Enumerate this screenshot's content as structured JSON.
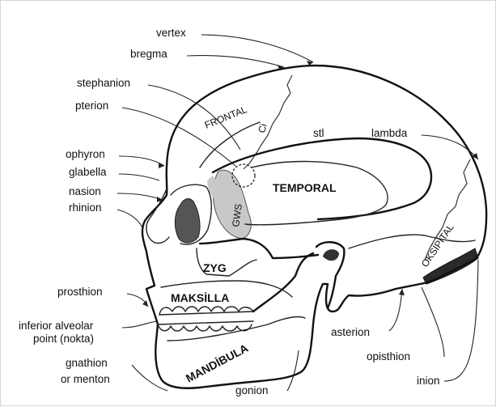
{
  "labels": {
    "vertex": "vertex",
    "bregma": "bregma",
    "stephanion": "stephanion",
    "pterion": "pterion",
    "ophyron": "ophyron",
    "glabella": "glabella",
    "nasion": "nasion",
    "rhinion": "rhinion",
    "prosthion": "prosthion",
    "inferior_alveolar_1": "inferior alveolar",
    "inferior_alveolar_2": "point (nokta)",
    "gnathion_1": "gnathion",
    "gnathion_2": "or menton",
    "gonion": "gonion",
    "asterion": "asterion",
    "opisthion": "opisthion",
    "inion": "inion",
    "lambda": "lambda",
    "stl": "stl"
  },
  "bones": {
    "frontal": "FRONTAL",
    "temporal": "TEMPORAL",
    "zyg": "ZYG",
    "maksilla": "MAKSİLLA",
    "mandibula": "MANDİBULA",
    "oksipital": "OKSİPİTAL",
    "gws": "GWS",
    "ci": "Ci"
  },
  "colors": {
    "ink": "#111111",
    "shade_light": "#c8c8c8",
    "shade_dark": "#555555",
    "background": "#ffffff"
  }
}
